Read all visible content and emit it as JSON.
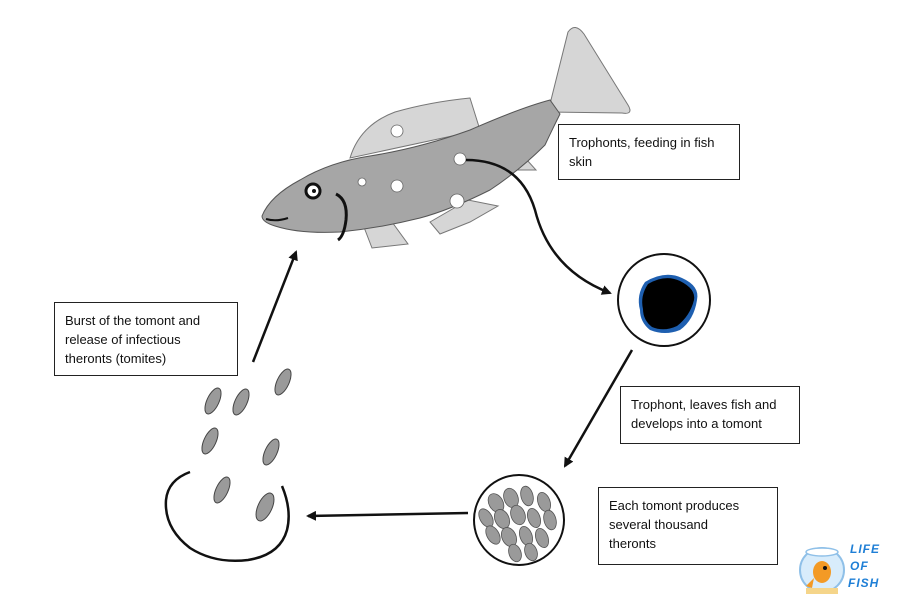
{
  "labels": {
    "trophonts": "Trophonts, feeding in fish\nskin",
    "leaves": "Trophont, leaves fish and\ndevelops into a tomont",
    "tomont": "Each tomont produces\nseveral thousand\ntheronts",
    "burst": "Burst of the tomont and\nrelease of infectious\ntheronts (tomites)"
  },
  "logo": {
    "line1": "LIFE",
    "line2": "OF",
    "line3": "FISH"
  },
  "colors": {
    "fish_body": "#a6a6a6",
    "fin": "#d6d6d6",
    "cell": "#9a9a9a",
    "outline": "#111111",
    "logo_blue": "#1f7fd6",
    "logo_orange": "#f39a25"
  }
}
